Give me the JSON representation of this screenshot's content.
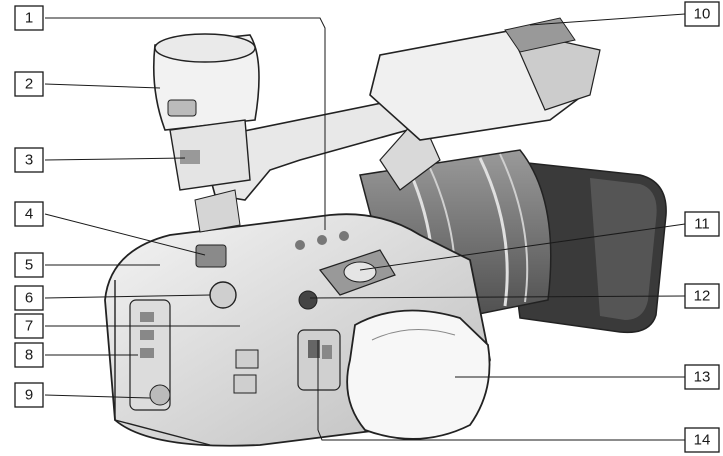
{
  "figure": {
    "subject": "camcorder-right-side-view",
    "callouts": [
      {
        "id": "1",
        "label": "1"
      },
      {
        "id": "2",
        "label": "2"
      },
      {
        "id": "3",
        "label": "3"
      },
      {
        "id": "4",
        "label": "4"
      },
      {
        "id": "5",
        "label": "5"
      },
      {
        "id": "6",
        "label": "6"
      },
      {
        "id": "7",
        "label": "7"
      },
      {
        "id": "8",
        "label": "8"
      },
      {
        "id": "9",
        "label": "9"
      },
      {
        "id": "10",
        "label": "10"
      },
      {
        "id": "11",
        "label": "11"
      },
      {
        "id": "12",
        "label": "12"
      },
      {
        "id": "13",
        "label": "13"
      },
      {
        "id": "14",
        "label": "14"
      }
    ]
  }
}
